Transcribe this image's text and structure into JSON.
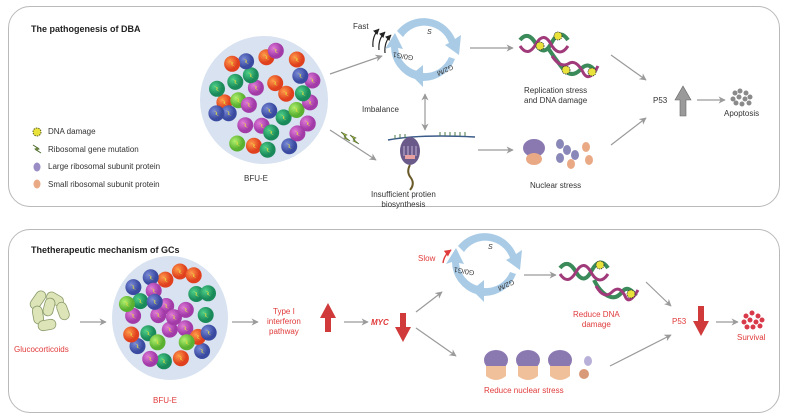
{
  "panel_top": {
    "title": "The pathogenesis of DBA",
    "legend": [
      {
        "icon": "dna-damage-icon",
        "label": "DNA damage"
      },
      {
        "icon": "ribosomal-mutation-icon",
        "label": "Ribosomal gene mutation"
      },
      {
        "icon": "large-subunit-icon",
        "label": "Large ribosomal subunit protein"
      },
      {
        "icon": "small-subunit-icon",
        "label": "Small ribosomal subunit protein"
      }
    ],
    "cell_label": "BFU-E",
    "fast_label": "Fast",
    "cycle_phases": {
      "s": "S",
      "g2m": "G2/M",
      "g0g1": "G0/G1"
    },
    "imbalance_label": "Imbalance",
    "protein_label_line1": "Insufficient protien",
    "protein_label_line2": "biosynthesis",
    "replication_label_line1": "Replication stress",
    "replication_label_line2": "and DNA damage",
    "nuclear_label": "Nuclear stress",
    "p53_label": "P53",
    "p53_direction": "up",
    "outcome_label": "Apoptosis"
  },
  "panel_bottom": {
    "title": "Thetherapeutic mechanism of GCs",
    "drug_label": "Glucocorticoids",
    "cell_label": "BFU-E",
    "pathway_line1": "Type I",
    "pathway_line2": "interferon",
    "pathway_line3": "pathway",
    "pathway_direction": "up",
    "myc_label": "MYC",
    "myc_direction": "down",
    "slow_label": "Slow",
    "cycle_phases": {
      "s": "S",
      "g2m": "G2/M",
      "g0g1": "G0/G1"
    },
    "dna_label_line1": "Reduce DNA",
    "dna_label_line2": "damage",
    "nuclear_label": "Reduce nuclear stress",
    "p53_label": "P53",
    "p53_direction": "down",
    "outcome_label": "Survival"
  },
  "colors": {
    "accent_red": "#e03a3a",
    "arrow_gray": "#9a9a9a",
    "cycle_blue": "#a9cbe6",
    "cell_bg": "#d8e2f0",
    "large_subunit": "#8a78b0",
    "small_subunit": "#e9a985"
  }
}
